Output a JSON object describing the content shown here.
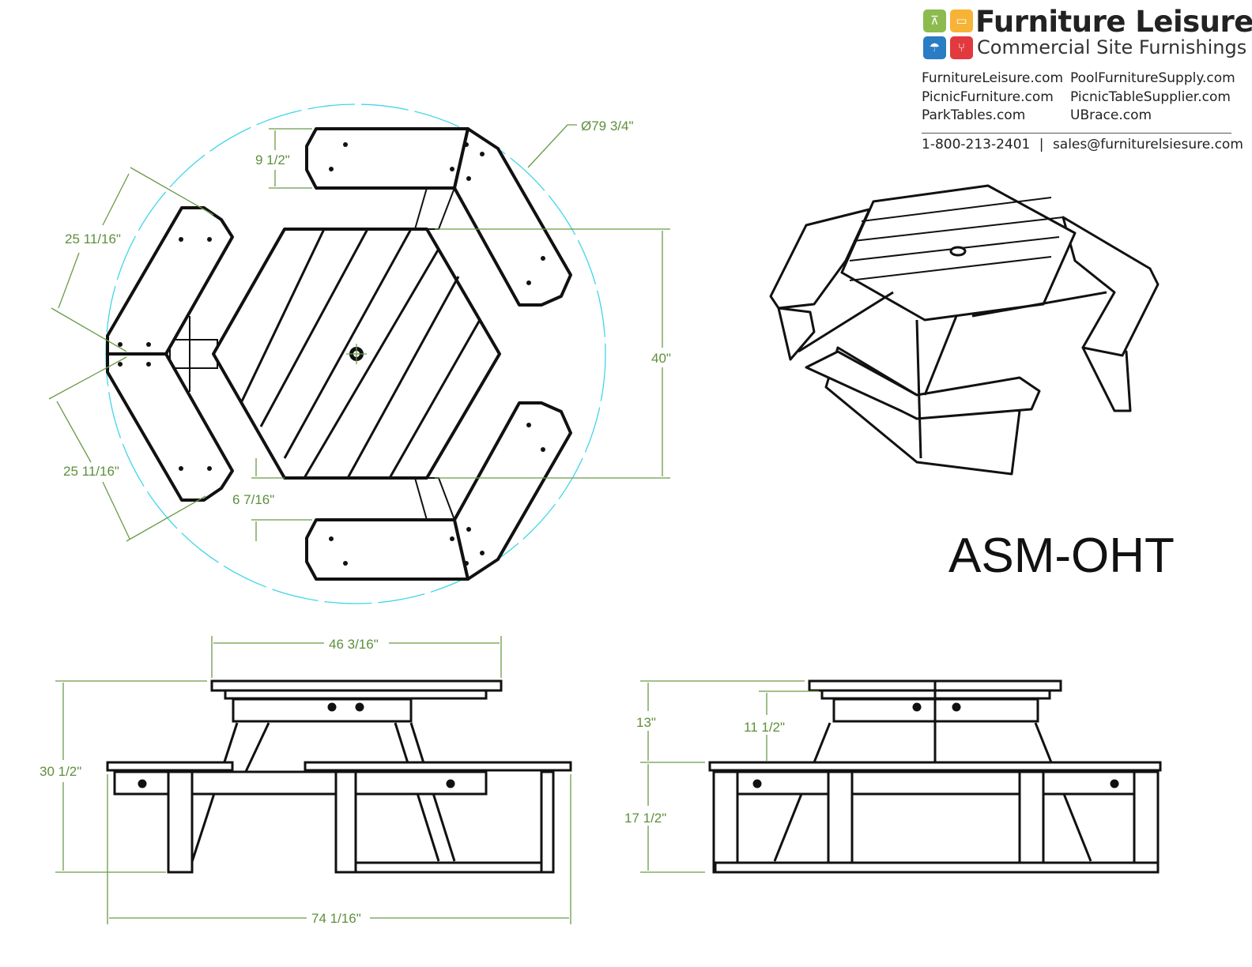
{
  "brand": {
    "name": "Furniture Leisure",
    "tagline": "Commercial Site Furnishings",
    "icons": [
      "picnic-table-icon",
      "bench-icon",
      "umbrella-icon",
      "chair-icon"
    ],
    "icon_colors": [
      "#8dbb4f",
      "#f7b335",
      "#2a7cc4",
      "#e2393f"
    ],
    "websites_col1": [
      "FurnitureLeisure.com",
      "PicnicFurniture.com",
      "ParkTables.com"
    ],
    "websites_col2": [
      "PoolFurnitureSupply.com",
      "PicnicTableSupplier.com",
      "UBrace.com"
    ],
    "phone": "1-800-213-2401",
    "separator": "|",
    "email": "sales@furniturelsiesure.com"
  },
  "model": "ASM-OHT",
  "dimensions": {
    "diameter": "Ø79 3/4\"",
    "bench_width": "9 1/2\"",
    "bench_length_upper": "25 11/16\"",
    "bench_length_lower": "25 11/16\"",
    "table_depth": "40\"",
    "gap": "6 7/16\"",
    "top_width": "46 3/16\"",
    "overall_height": "30 1/2\"",
    "overall_width": "74 1/16\"",
    "seat_to_top": "13\"",
    "seat_to_top_inner": "11 1/2\"",
    "seat_height": "17 1/2\""
  },
  "colors": {
    "dimension": "#5e8f3c",
    "circle": "#3fd6e8",
    "line": "#111111"
  }
}
